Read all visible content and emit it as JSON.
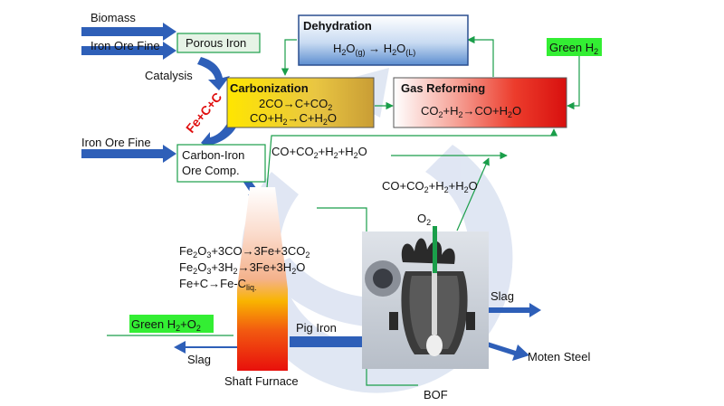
{
  "inputs": {
    "biomass": "Biomass",
    "iron_ore_fine_top": "Iron Ore Fine",
    "catalysis": "Catalysis",
    "iron_ore_fine_mid": "Iron Ore Fine",
    "green_h2_top": "Green H",
    "green_h2_top_sub": "2",
    "green_h2_bottom": "Green H",
    "green_h2_bottom_sub": "2",
    "green_h2_bottom_tail": "+O",
    "green_h2_bottom_tail_sub": "2"
  },
  "boxes": {
    "porous_iron": "Porous Iron",
    "carbon_iron_line1": "Carbon-Iron",
    "carbon_iron_line2": "Ore Comp.",
    "dehydration_title": "Dehydration",
    "carbonization_title": "Carbonization",
    "gas_reforming_title": "Gas Reforming"
  },
  "labels": {
    "fe_c_c": "Fe+C+C",
    "o2": "O",
    "o2_sub": "2",
    "slag_right": "Slag",
    "slag_left": "Slag",
    "pig_iron": "Pig Iron",
    "moten_steel": "Moten Steel",
    "shaft_furnace": "Shaft Furnace",
    "bof": "BOF"
  },
  "colors": {
    "arrow_blue": "#2e5fb8",
    "flow_green": "#1a9e4a",
    "green_label_bg": "#33ee33",
    "watermark": "#c7d3ea"
  }
}
